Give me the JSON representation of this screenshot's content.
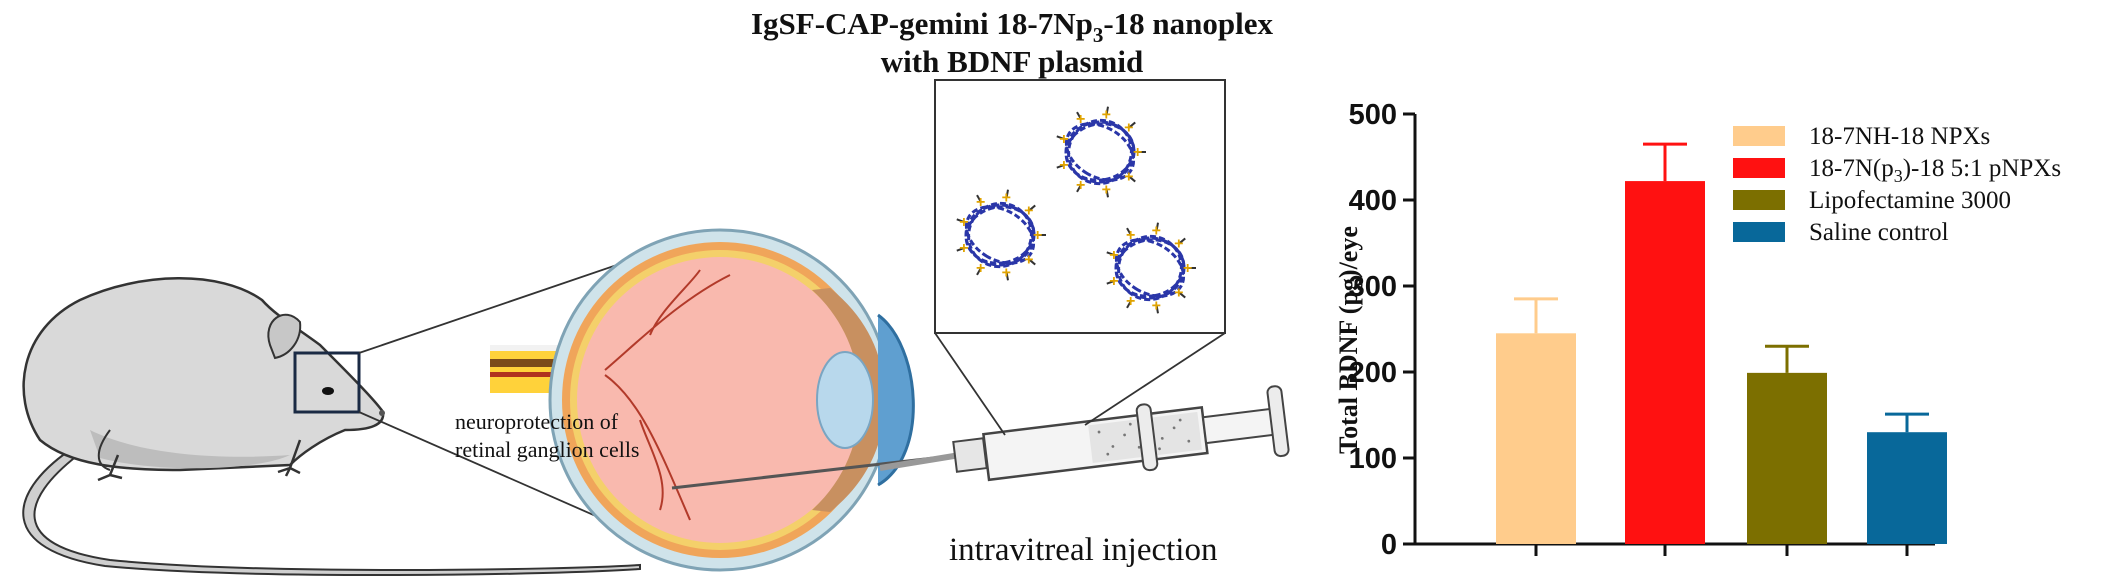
{
  "title": {
    "line1_prefix": "IgSF-CAP-gemini 18-7Np",
    "line1_sub": "3",
    "line1_suffix": "-18 nanoplex",
    "line2": "with BDNF plasmid"
  },
  "annotation": {
    "line1": "neuroprotection of",
    "line2": "retinal ganglion cells"
  },
  "injection_label": "intravitreal injection",
  "colors": {
    "npx": "#FFCC8C",
    "pnpx": "#FF1111",
    "lipo": "#7C6F00",
    "saline": "#08689A",
    "axis": "#111111",
    "dna": "#2A36A8",
    "gemini": "#E0A300"
  },
  "chart_data": {
    "type": "bar",
    "ylabel": "Total BDNF (pg)/eye",
    "ylim": [
      0,
      500
    ],
    "yticks": [
      0,
      100,
      200,
      300,
      400,
      500
    ],
    "legend_position": "top-right",
    "series": [
      {
        "name": "18-7NH-18 NPXs",
        "value": 245,
        "error": 40,
        "color": "#FFCC8C"
      },
      {
        "name": "18-7N(p3)-18 5:1 pNPXs",
        "name_parts": [
          "18-7N(p",
          "3",
          ")-18 5:1 pNPXs"
        ],
        "value": 422,
        "error": 43,
        "color": "#FF1111"
      },
      {
        "name": "Lipofectamine 3000",
        "value": 199,
        "error": 31,
        "color": "#7C6F00"
      },
      {
        "name": "Saline control",
        "value": 130,
        "error": 21,
        "color": "#08689A"
      }
    ]
  }
}
